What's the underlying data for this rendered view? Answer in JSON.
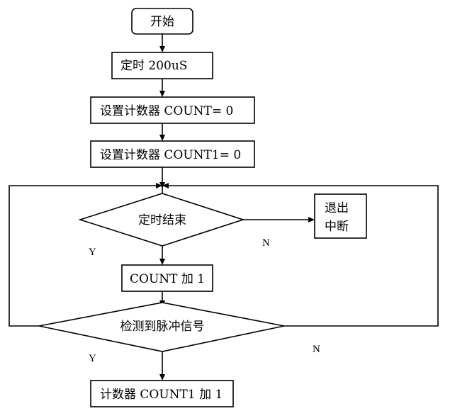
{
  "nodes": {
    "start": "开始",
    "timer": "定时 200uS",
    "set_count": "设置计数器 COUNT= 0",
    "set_count1": "设置计数器 COUNT1= 0",
    "decision_timer": "定时结束",
    "exit": [
      "退出",
      "中断"
    ],
    "inc_count": "COUNT 加 1",
    "decision_pulse": "检测到脉冲信号",
    "inc_count1": "计数器 COUNT1 加 1"
  },
  "branch_labels": {
    "timer_yes": "Y",
    "timer_no": "N",
    "pulse_yes": "Y",
    "pulse_no": "N"
  }
}
